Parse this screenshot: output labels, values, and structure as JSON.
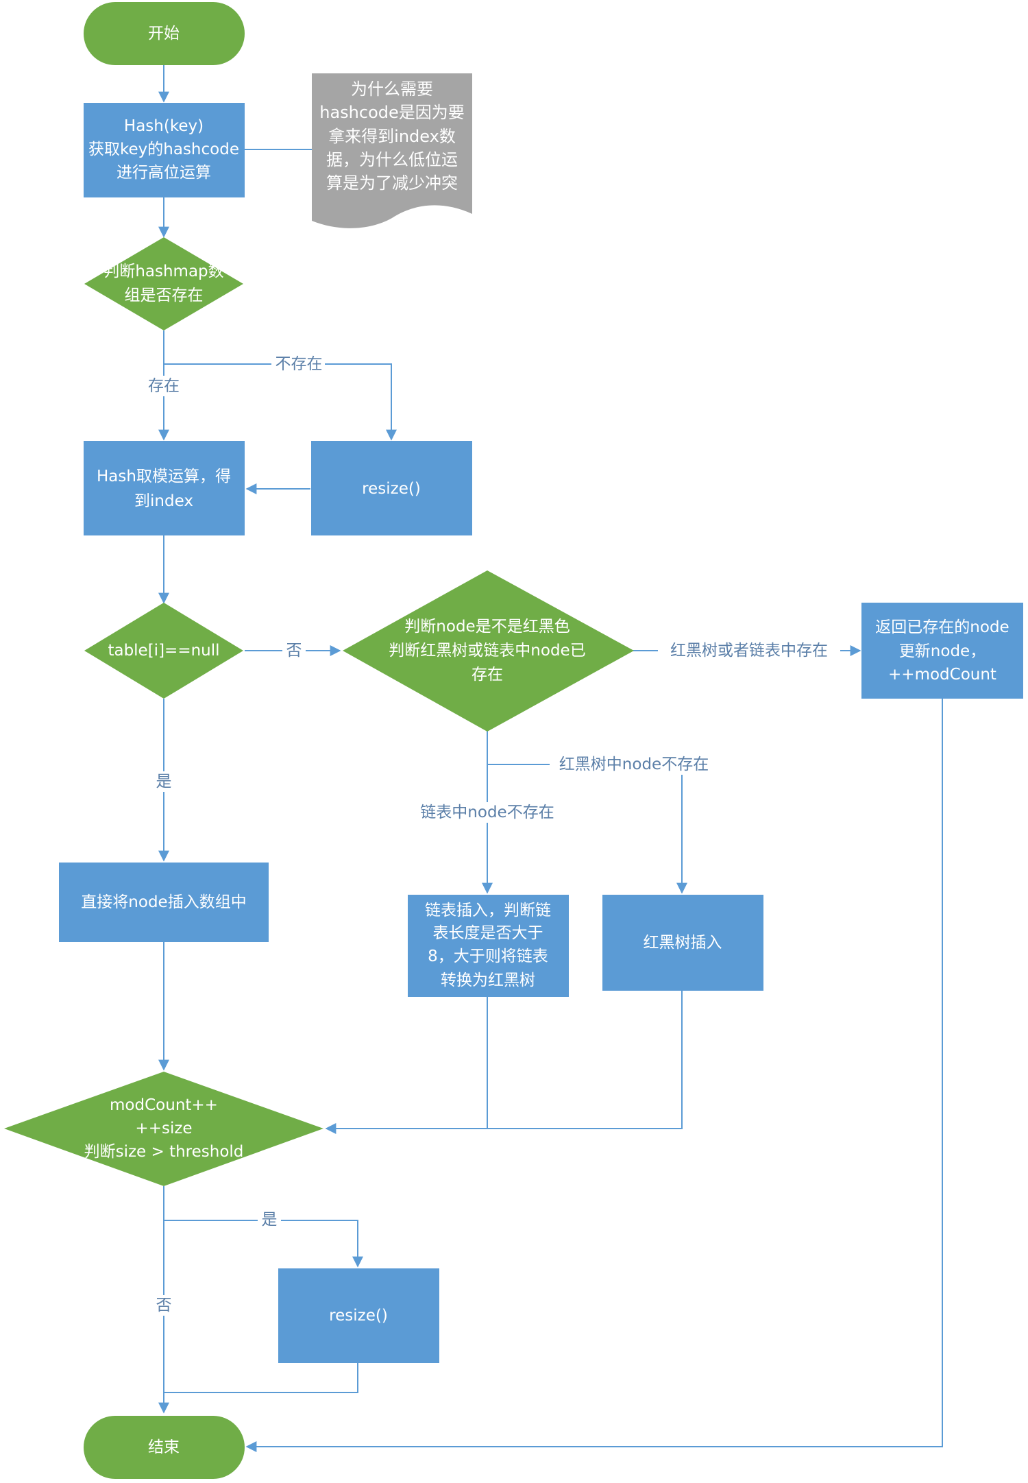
{
  "colors": {
    "terminal": "#70ad47",
    "process": "#5b9bd5",
    "decision": "#70ad47",
    "note": "#a5a5a5",
    "line": "#5b9bd5",
    "label": "#5b7fa8"
  },
  "nodes": {
    "start": "开始",
    "hash_key": [
      "Hash(key)",
      "获取key的hashcode",
      "进行高位运算"
    ],
    "note": [
      "为什么需要",
      "hashcode是因为要",
      "拿来得到index数",
      "据，为什么低位运",
      "算是为了减少冲突"
    ],
    "check_array": [
      "判断hashmap数",
      "组是否存在"
    ],
    "resize_1": "resize()",
    "hash_mod": [
      "Hash取模运算，得",
      "到index"
    ],
    "table_null": "table[i]==null",
    "check_node": [
      "判断node是不是红黑色",
      "判断红黑树或链表中node已",
      "存在"
    ],
    "return_existing": [
      "返回已存在的node",
      "更新node，",
      "++modCount"
    ],
    "insert_array": "直接将node插入数组中",
    "list_insert": [
      "链表插入，判断链",
      "表长度是否大于",
      "8，大于则将链表",
      "转换为红黑树"
    ],
    "tree_insert": "红黑树插入",
    "mod_count": [
      "modCount++",
      "++size",
      "判断size > threshold"
    ],
    "resize_2": "resize()",
    "end": "结束"
  },
  "edge_labels": {
    "not_exist": "不存在",
    "exist": "存在",
    "no_1": "否",
    "exists_in_tree_or_list": "红黑树或者链表中存在",
    "yes_1": "是",
    "not_in_tree": "红黑树中node不存在",
    "not_in_list": "链表中node不存在",
    "yes_2": "是",
    "no_2": "否"
  }
}
